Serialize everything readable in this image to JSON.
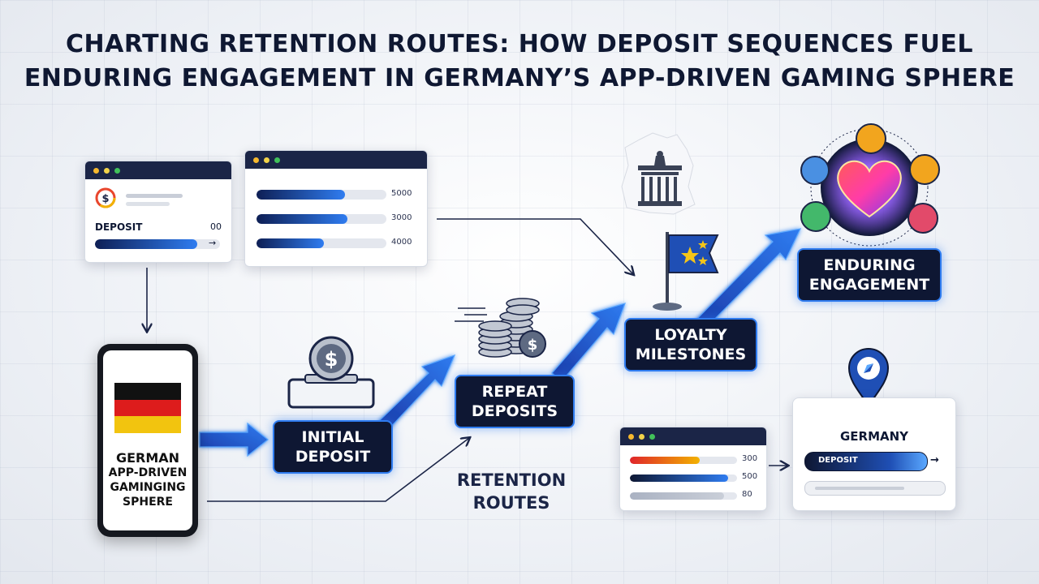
{
  "title": {
    "line1": "CHARTING RETENTION ROUTES: HOW DEPOSIT SEQUENCES FUEL",
    "line2": "ENDURING ENGAGEMENT IN GERMANY’S APP-DRIVEN GAMING SPHERE"
  },
  "deposit_card": {
    "label": "DEPOSIT",
    "amount": "00",
    "progress": 0.82
  },
  "stats_card": {
    "rows": [
      {
        "value": "5000",
        "fill": 0.68
      },
      {
        "value": "3000",
        "fill": 0.7
      },
      {
        "value": "4000",
        "fill": 0.52
      }
    ]
  },
  "phone": {
    "line1": "GERMAN",
    "line2": "APP-DRIVEN",
    "line3": "GAMINGING",
    "line4": "SPHERE",
    "flag_colors": [
      "#111111",
      "#dd1c1c",
      "#f2c40f"
    ]
  },
  "steps": {
    "initial": {
      "line1": "INITIAL",
      "line2": "DEPOSIT"
    },
    "repeat": {
      "line1": "REPEAT",
      "line2": "DEPOSITS"
    },
    "loyalty": {
      "line1": "LOYALTY",
      "line2": "MILESTONES"
    },
    "engagement": {
      "line1": "ENDURING",
      "line2": "ENGAGEMENT"
    }
  },
  "retention": {
    "line1": "RETENTION",
    "line2": "ROUTES"
  },
  "small_card": {
    "rows": [
      {
        "value": "300",
        "fill": 0.65,
        "style": "warm"
      },
      {
        "value": "500",
        "fill": 0.92,
        "style": "blue"
      },
      {
        "value": "80",
        "fill": 0.88,
        "style": "gray"
      }
    ]
  },
  "germany_card": {
    "title": "GERMANY",
    "deposit_label": "DEPOSIT",
    "arrow": "→"
  },
  "colors": {
    "navy": "#0e1733",
    "accent_blue": "#2f7cf0",
    "glow": "#5aa8ff"
  }
}
